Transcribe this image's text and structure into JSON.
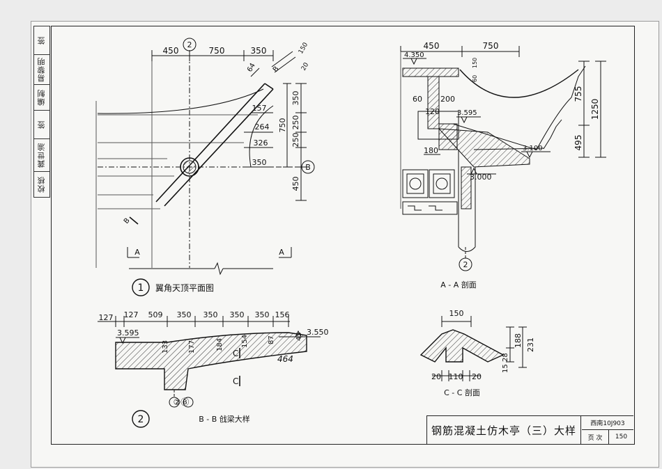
{
  "sidebar": {
    "review_label": "校核",
    "reviewer": "龚世渝",
    "review_sign": "签",
    "compile_label": "编制",
    "compiler": "易黎明",
    "compile_sign": "签"
  },
  "plan_view": {
    "number": "1",
    "title": "翼角天顶平面图",
    "axis_2": "2",
    "axis_b": "B",
    "dims_top": [
      "450",
      "750",
      "350"
    ],
    "dims_right": [
      "350",
      "250",
      "250",
      "750",
      "450"
    ],
    "step_widths": [
      "157",
      "264",
      "326",
      "350"
    ],
    "dims_diag": [
      "150",
      "20",
      "64"
    ],
    "section_b": "B",
    "section_a": "A"
  },
  "section_aa": {
    "title": "A - A 剖面",
    "axis_2": "2",
    "dims_top": [
      "450",
      "750"
    ],
    "small_dims": [
      "150",
      "60"
    ],
    "elev_top": "4.350",
    "elev_mid": "3.595",
    "elev_bottom": "3.000",
    "elev_eave": "3.100",
    "dim_60": "60",
    "dim_200": "200",
    "dim_120": "120",
    "dim_180": "180",
    "dims_right": [
      "755",
      "495",
      "1250"
    ]
  },
  "section_bb": {
    "number": "2",
    "title": "B - B 戗梁大样",
    "axes": "②Ⓑ",
    "dims_top": [
      "127",
      "127",
      "509",
      "350",
      "350",
      "350",
      "350",
      "156"
    ],
    "heights": [
      "133",
      "177",
      "184",
      "154",
      "87",
      "45"
    ],
    "elev_left": "3.595",
    "elev_right": "3.550",
    "dim_464": "464",
    "section_c": "C"
  },
  "section_cc": {
    "title": "C - C 剖面",
    "dim_top": "150",
    "dims_bottom": [
      "20",
      "110",
      "20"
    ],
    "dims_right": [
      "28",
      "15",
      "188",
      "231"
    ]
  },
  "title_block": {
    "title": "钢筋混凝土仿木亭（三）大样",
    "atlas_code": "西南10J903",
    "page_label": "页 次",
    "page_number": "150"
  },
  "colors": {
    "ink": "#111111",
    "paper": "#f7f7f5",
    "hatch": "#333333"
  }
}
